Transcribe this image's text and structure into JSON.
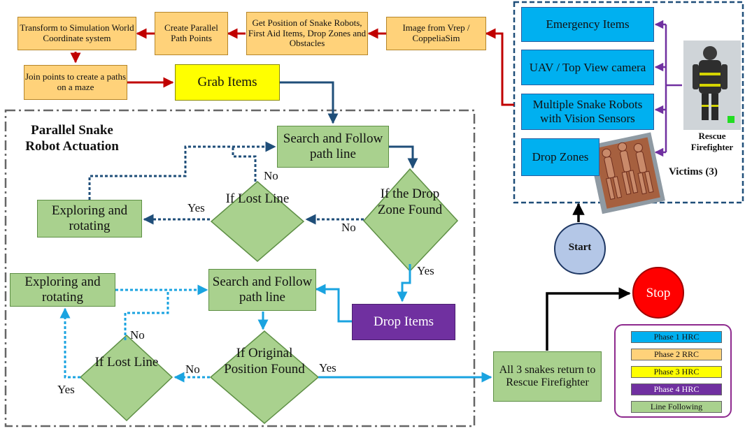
{
  "pipeline": {
    "transform": "Transform to Simulation World Coordinate system",
    "parallel_points": "Create Parallel Path Points",
    "get_position": "Get Position of Snake Robots, First Aid Items, Drop Zones and Obstacles",
    "image_from": "Image from Vrep / CoppeliaSim",
    "join_points": "Join points to create a paths on a maze",
    "grab_items": "Grab Items"
  },
  "environment": {
    "emergency_items": "Emergency Items",
    "uav_camera": "UAV / Top View camera",
    "snake_robots": "Multiple Snake Robots with Vision Sensors",
    "drop_zones": "Drop Zones",
    "firefighter_label": "Rescue Firefighter",
    "victims_label": "Victims (3)"
  },
  "actuation": {
    "title": "Parallel Snake Robot Actuation",
    "search_follow_1": "Search and Follow path line",
    "explore_rotate_1": "Exploring and rotating",
    "if_lost_line_1": "If Lost Line",
    "if_drop_zone": "If the Drop Zone Found",
    "drop_items": "Drop Items",
    "search_follow_2": "Search and Follow path line",
    "explore_rotate_2": "Exploring and rotating",
    "if_lost_line_2": "If Lost Line",
    "if_original": "If Original Position Found"
  },
  "branch_labels": {
    "no_a": "No",
    "yes_a": "Yes",
    "no_b": "No",
    "yes_b": "Yes",
    "no_c": "No",
    "no_d": "No",
    "yes_c": "Yes",
    "yes_d": "Yes"
  },
  "start": "Start",
  "stop": "Stop",
  "all_return": "All 3 snakes return to Rescue Firefighter",
  "legend": [
    {
      "label": "Phase 1 HRC",
      "color": "#00b0f0"
    },
    {
      "label": "Phase 2 RRC",
      "color": "#ffd27a"
    },
    {
      "label": "Phase 3 HRC",
      "color": "#ffff00"
    },
    {
      "label": "Phase 4 HRC",
      "color": "#7030a0"
    },
    {
      "label": "Line Following",
      "color": "#a9d18e"
    }
  ]
}
